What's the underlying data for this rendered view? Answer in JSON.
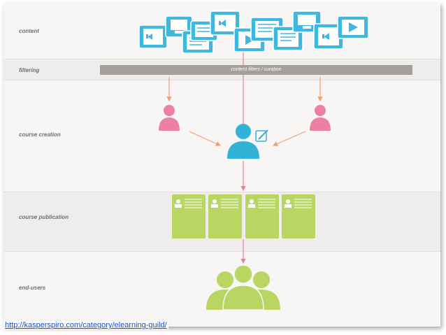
{
  "rows": {
    "content": "content",
    "filtering": "filtering",
    "course_creation": "course creation",
    "course_publication": "course publication",
    "end_users": "end-users"
  },
  "filter_bar_label": "content filters / curation",
  "source_link": "http://kasperspiro.com/category/elearning-guild/",
  "colors": {
    "content_blue": "#3fb7df",
    "creator_blue": "#31b3d8",
    "contributor_pink": "#ec7fa4",
    "arrow_orange": "#f0a070",
    "line_pink": "#e6839f",
    "publication_green": "#b9d663",
    "filter_gray": "#a39f9b"
  },
  "icons": {
    "content": [
      "video-icon",
      "document-icon",
      "screen-icon",
      "play-icon"
    ],
    "filtering": "filter-bar",
    "course_creation": [
      "person-icon",
      "edit-icon"
    ],
    "course_publication": "course-card-icon",
    "end_users": "user-group-icon"
  }
}
